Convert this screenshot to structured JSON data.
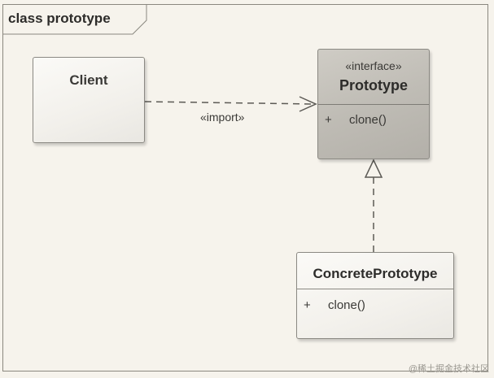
{
  "frame": {
    "title": "class prototype"
  },
  "classes": {
    "client": {
      "name": "Client"
    },
    "prototype": {
      "stereotype": "«interface»",
      "name": "Prototype",
      "operations": [
        {
          "visibility": "+",
          "name": "clone()"
        }
      ]
    },
    "concrete": {
      "name": "ConcretePrototype",
      "operations": [
        {
          "visibility": "+",
          "name": "clone()"
        }
      ]
    }
  },
  "relations": {
    "dependency": {
      "label": "«import»",
      "from": "Client",
      "to": "Prototype"
    },
    "realization": {
      "from": "ConcretePrototype",
      "to": "Prototype"
    }
  },
  "watermark": "@稀土掘金技术社区",
  "colors": {
    "background": "#f6f3ec",
    "interface_fill": "#c2bfb8",
    "line": "#5c5a55"
  }
}
